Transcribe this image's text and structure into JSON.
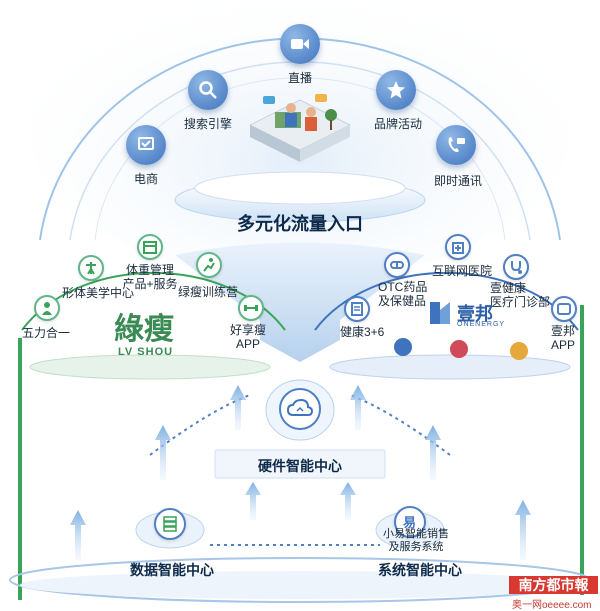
{
  "top": {
    "title": "多元化流量入口",
    "items": {
      "live": "直播",
      "search": "搜索引擎",
      "brand": "品牌活动",
      "ecommerce": "电商",
      "im": "即时通讯"
    }
  },
  "left": {
    "items": {
      "five": "五力合一",
      "body": "形体美学中心",
      "weight": "体重管理\n产品+服务",
      "camp": "绿瘦训练营",
      "app": "好享瘦\nAPP"
    },
    "logo_cn": "綠瘦",
    "logo_en": "LV SHOU"
  },
  "right": {
    "items": {
      "health36": "健康3+6",
      "otc": "OTC药品\n及保健品",
      "hospital": "互联网医院",
      "clinic": "壹健康\n医疗门诊部",
      "app": "壹邦\nAPP"
    },
    "logo_cn": "壹邦",
    "logo_en": "ONENERGY"
  },
  "bottom": {
    "hardware": "硬件智能中心",
    "data": "数据智能中心",
    "system": "系统智能中心",
    "sales": "小易智能销售\n及服务系统"
  },
  "watermark": {
    "brand": "南方都市報",
    "site": "奥一网oeeee.com"
  },
  "colors": {
    "green": "#3aa35a",
    "blue": "#3f73be",
    "light_blue": "#cfe3f7"
  }
}
